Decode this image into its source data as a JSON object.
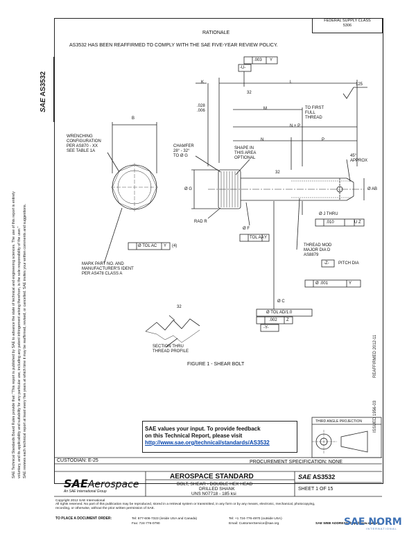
{
  "left_margin": {
    "line1": "SAE Technical Standards Board Rules provide that: \"This report is published by SAE to advance the state of technical and engineering sciences. The use of this report is entirely",
    "line2": "voluntary, and its applicability and suitability for any particular use, including any patent infringement arising therefrom, is the sole responsibility of the user.\"",
    "line3": "SAE reviews each technical report at least every five years at which time it may be reaffirmed, revised, or cancelled. SAE invites your written comments and suggestions."
  },
  "header": {
    "fed_sup_class": "FEDERAL SUPPLY CLASS\n5306",
    "rationale_title": "RATIONALE",
    "rationale_text": "AS3532 HAS BEEN REAFFIRMED TO COMPLY WITH THE SAE FIVE-YEAR REVIEW POLICY.",
    "doc_number_vertical": "AS3532",
    "sae_vertical": "SAE"
  },
  "right_margin": {
    "issued": "ISSUED 1956-03",
    "reaffirmed": "REAFFIRMED 2012-11"
  },
  "drawing": {
    "top_fcf": ".003",
    "top_fcf_ref": "Y",
    "datum_u": "-U-",
    "dim_k": "K",
    "dim_l": "L",
    "angle_32_top": "32",
    "finish_125": "125",
    "dim_028_006": ".028\n.006",
    "dim_m": "M",
    "to_first_full_thread": "TO FIRST\nFULL\nTHREAD",
    "dim_n_p": "N + P",
    "dim_n": "N",
    "dim_p": "P",
    "dim_b": "B",
    "wrenching_note": "WRENCHING\nCONFIGURATION\nPER AS870 - XX\nSEE TABLE 1A",
    "chamfer_note": "CHAMFER\n28° - 32°\nTO Ø G",
    "shape_note": "SHAPE IN\nTHIS AREA\nOPTIONAL",
    "angle_45": "45°\nAPPROX",
    "angle_32_mid": "32",
    "dim_g": "Ø G",
    "dim_ab": "Ø AB",
    "dim_j": "Ø J THRU",
    "fcf_j": ".010",
    "fcf_j_refs": "U  Z",
    "rad_r": "RAD R",
    "dim_f": "Ø F",
    "tol_aa": "TOL AA",
    "tol_aa_ref": "Y",
    "thread_note": "THREAD MOD\nMAJOR DIA D\nAS8879",
    "datum_z": "-Z-",
    "pitch_dia": "PITCH DIA",
    "tol_ac": "Ø TOL AC",
    "tol_ac_ref": "Y",
    "tol_ac_mod": "(4)",
    "mark_note": "MARK PART NO. AND\nMANUFACTURER'S IDENT\nPER AS478 CLASS A",
    "fcf_001": "Ø .001",
    "fcf_001_refs": "Y",
    "dim_c": "Ø C",
    "tol_ad": "Ø TOL AD/1.0",
    "fcf_002": ".002",
    "fcf_002_ref": "Z",
    "datum_y": "-Y-",
    "angle_32_section": "32",
    "section_note": "SECTION THRU\nTHREAD PROFILE",
    "figure_caption": "FIGURE 1 - SHEAR BOLT"
  },
  "third_angle": "THIRD ANGLE PROJECTION",
  "feedback": {
    "line1": "SAE values your input. To provide feedback",
    "line2": "on this Technical Report, please visit",
    "link": "http://www.sae.org/technical/standards/AS3532"
  },
  "title_block": {
    "custodian": "CUSTODIAN: E-25",
    "procurement": "PROCUREMENT SPECIFICATION: NONE",
    "logo_sae": "SAE",
    "logo_aero": "Aerospace",
    "logo_sub": "An SAE International Group",
    "standard_title": "AEROSPACE STANDARD",
    "desc1": "BOLT, SHEAR - DOUBLE HEX HEAD",
    "desc2": "DRILLED SHANK",
    "desc3": "UNS N07718 - 185 ksi",
    "doc_sae": "SAE",
    "doc_number": "AS3532",
    "sheet": "SHEET 1 OF 15"
  },
  "footer": {
    "copyright": "Copyright 2012 SAE International",
    "rights": "All rights reserved. No part of this publication may be reproduced, stored in a retrieval system or transmitted, in any form or by any means, electronic, mechanical, photocopying,\nrecording, or otherwise, without the prior written permission of SAE.",
    "order_label": "TO PLACE A DOCUMENT ORDER:",
    "tel": "Tel:  877-606-7323 (inside USA and Canada)",
    "tel2": "Tel:  +1 724-776-4970 (outside USA)",
    "fax": "Fax:  724-776-0790",
    "email": "Email:  CustomerService@sae.org",
    "web": "SAE WEB ADDRESS:  http://www.sae.org"
  },
  "watermark": "SAE NORM",
  "watermark_sub": "INTERNATIONAL"
}
